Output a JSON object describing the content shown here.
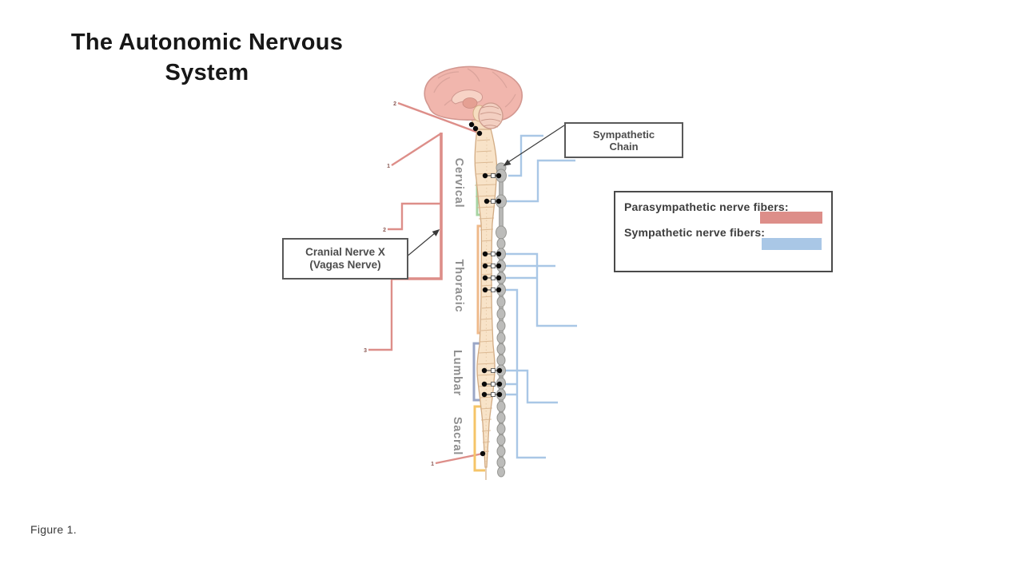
{
  "title": {
    "line1": "The Autonomic Nervous",
    "line2": "System"
  },
  "figure": {
    "caption": "Figure 1."
  },
  "callouts": {
    "sympathetic_chain": {
      "line1": "Sympathetic",
      "line2": "Chain"
    },
    "cranial_nerve": {
      "line1": "Cranial Nerve X",
      "line2": "(Vagas Nerve)"
    }
  },
  "legend": {
    "parasympathetic": {
      "label": "Parasympathetic nerve fibers:",
      "color": "#dd8e89"
    },
    "sympathetic": {
      "label": "Sympathetic nerve fibers:",
      "color": "#a9c7e6"
    }
  },
  "regions": {
    "cervical": {
      "label": "Cervical",
      "bracket_color": "#a7d4a3"
    },
    "thoracic": {
      "label": "Thoracic",
      "bracket_color": "#efb98a"
    },
    "lumbar": {
      "label": "Lumbar",
      "bracket_color": "#9aa6c6"
    },
    "sacral": {
      "label": "Sacral",
      "bracket_color": "#f5c468"
    }
  },
  "markers": {
    "brain_upper": "2",
    "brain_lower": "1",
    "vagus_branch": "2",
    "vagus_end": "3",
    "sacral": "1"
  }
}
